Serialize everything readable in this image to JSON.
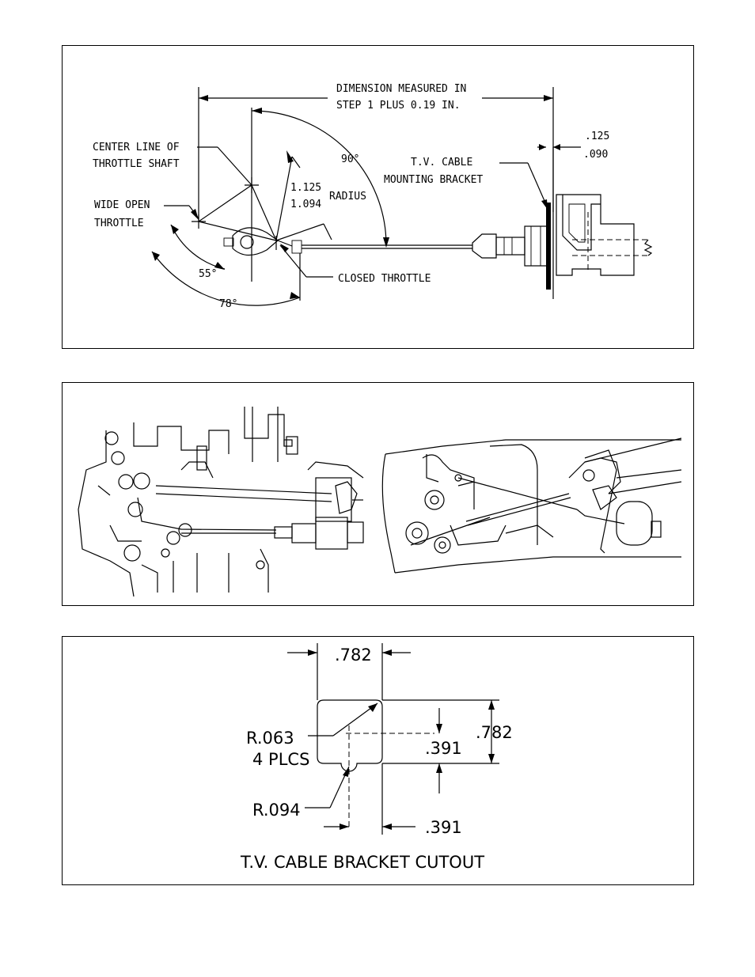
{
  "panel1": {
    "dimension_label_line1": "DIMENSION MEASURED IN",
    "dimension_label_line2": "STEP 1 PLUS 0.19 IN.",
    "center_line_line1": "CENTER LINE OF",
    "center_line_line2": "THROTTLE SHAFT",
    "wide_open_line1": "WIDE OPEN",
    "wide_open_line2": "THROTTLE",
    "angle_90": "90°",
    "angle_55": "55°",
    "angle_78": "78°",
    "radius_upper": "1.125",
    "radius_lower": "1.094",
    "radius_word": "RADIUS",
    "closed_throttle": "CLOSED THROTTLE",
    "bracket_line1": "T.V. CABLE",
    "bracket_line2": "MOUNTING BRACKET",
    "gap_upper": ".125",
    "gap_lower": ".090"
  },
  "panel3": {
    "width_top": ".782",
    "height_right": ".782",
    "half_height": ".391",
    "half_width": ".391",
    "corner_radius": "R.063",
    "corner_count": "4 PLCS",
    "notch_radius": "R.094",
    "caption": "T.V. CABLE BRACKET CUTOUT"
  }
}
